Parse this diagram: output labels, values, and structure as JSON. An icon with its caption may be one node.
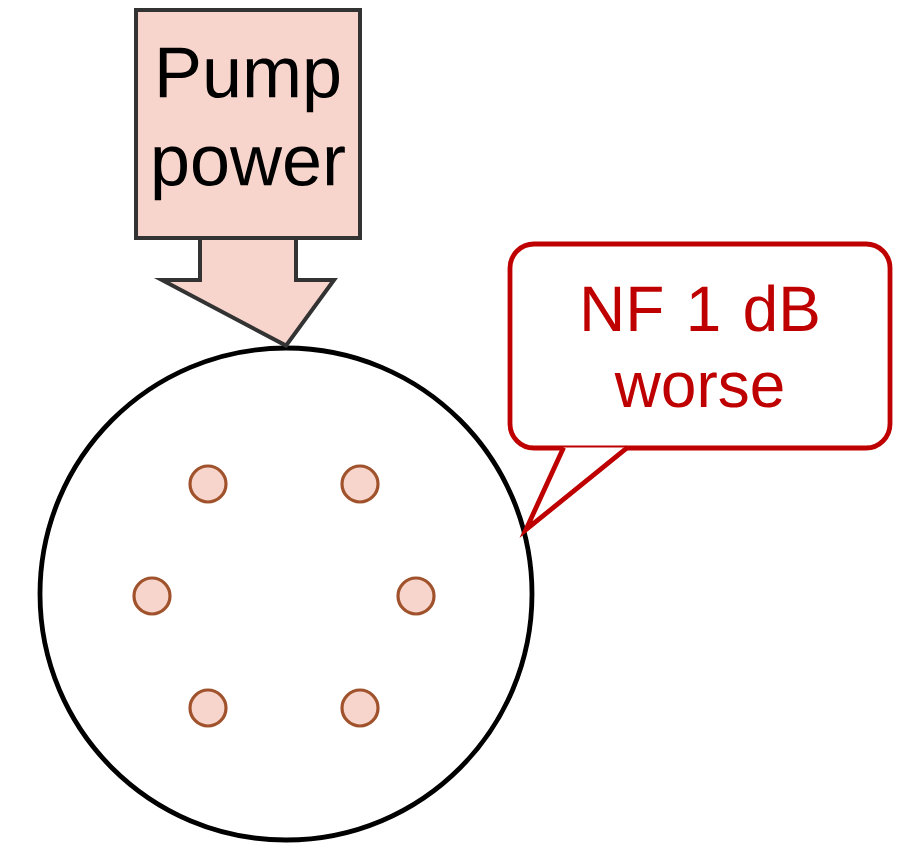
{
  "diagram": {
    "nodes": [
      {
        "text": [
          "Pump power"
        ]
      },
      {
        "text": [],
        "shape": "circle"
      },
      {
        "text": [
          "NF 1 dB worse"
        ]
      }
    ],
    "edges": [
      {
        "from": 0,
        "to": 1,
        "arrow": "to"
      }
    ]
  }
}
